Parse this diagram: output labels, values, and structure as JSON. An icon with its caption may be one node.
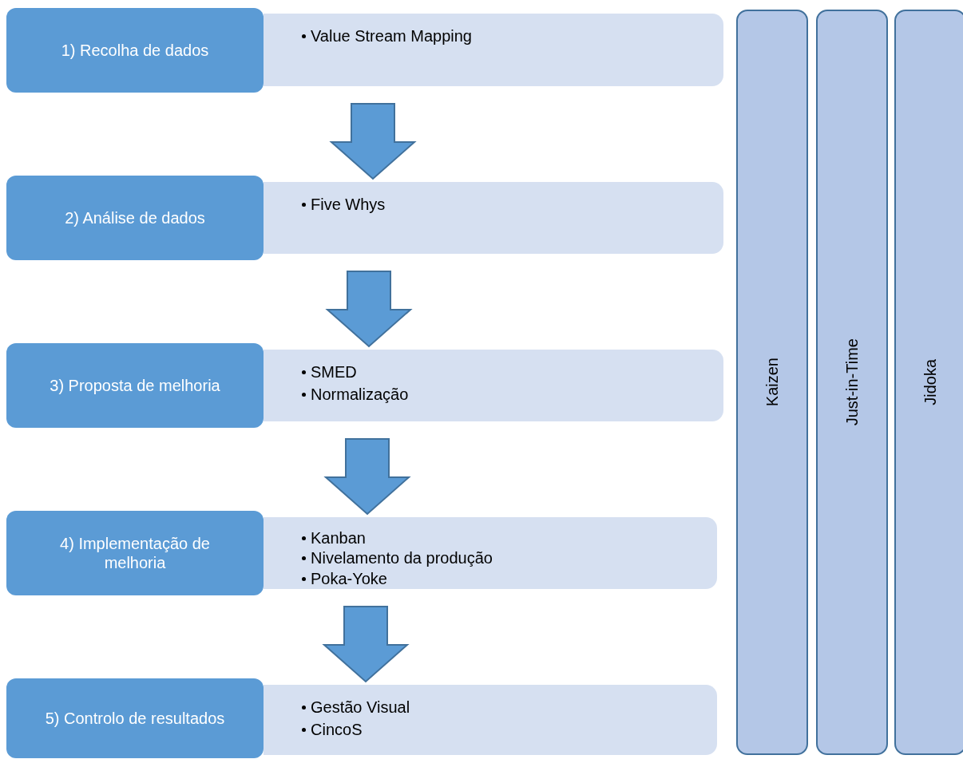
{
  "diagram": {
    "nodes": [
      {
        "text": [
          "1) Recolha de dados"
        ]
      },
      {
        "text": [
          "Value Stream Mapping"
        ]
      },
      {
        "text": [
          "2) Análise de dados"
        ]
      },
      {
        "text": [
          "Five Whys"
        ]
      },
      {
        "text": [
          "3) Proposta de melhoria"
        ]
      },
      {
        "text": [
          "SMED",
          "Normalização"
        ]
      },
      {
        "text": [
          "4) Implementação de melhoria"
        ]
      },
      {
        "text": [
          "Kanban",
          "Nivelamento da produção",
          "Poka-Yoke"
        ]
      },
      {
        "text": [
          "5) Controlo de resultados"
        ]
      },
      {
        "text": [
          "Gestão Visual",
          "CincoS"
        ]
      },
      {
        "text": [
          "Kaizen"
        ]
      },
      {
        "text": [
          "Just-in-Time"
        ]
      },
      {
        "text": [
          "Jidoka"
        ]
      }
    ],
    "edges": [
      {
        "from": 1,
        "to": 3,
        "arrow": "to"
      },
      {
        "from": 3,
        "to": 5,
        "arrow": "to"
      },
      {
        "from": 5,
        "to": 7,
        "arrow": "to"
      },
      {
        "from": 7,
        "to": 9,
        "arrow": "to"
      }
    ]
  }
}
